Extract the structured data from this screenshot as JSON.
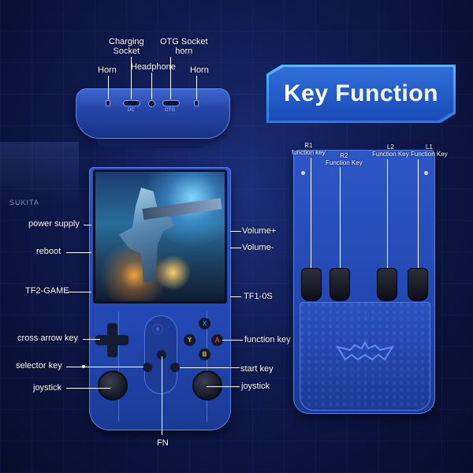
{
  "title": "Key Function",
  "top_view": {
    "labels": {
      "horn_left": "Horn",
      "charging_socket": "Charging\nSocket",
      "headphone": "Headphone",
      "otg_socket": "OTG Socket\nhorn",
      "horn_right": "Horn"
    },
    "port_text": {
      "dc": "DC",
      "otg": "OTG"
    }
  },
  "front_view": {
    "left_labels": {
      "power_supply": "power supply",
      "reboot": "reboot",
      "tf2": "TF2-GAME",
      "cross_arrow_key": "cross arrow key",
      "selector_key": "selector key",
      "joystick": "joystick"
    },
    "right_labels": {
      "volume_up": "Volume+",
      "volume_down": "Volume-",
      "tf1": "TF1-0S",
      "function_key": "function key",
      "start_key": "start key",
      "joystick": "joystick"
    },
    "bottom_label": "FN",
    "face_buttons": {
      "x": "X",
      "y": "Y",
      "a": "A",
      "b": "B"
    },
    "background_sign": "SUKITA"
  },
  "back_view": {
    "labels": {
      "r1": "R1\nfunction key",
      "r2": "R2\nFunction Key",
      "l2": "L2\nFunction Key",
      "l1": "L1\nFunction Key"
    }
  },
  "colors": {
    "console_blue": "#2247b3",
    "badge_blue": "#2a78e6",
    "button_x": "#3f6fd8",
    "button_y": "#e8c23a",
    "button_a": "#e23b3b",
    "button_b": "#e8c23a"
  }
}
